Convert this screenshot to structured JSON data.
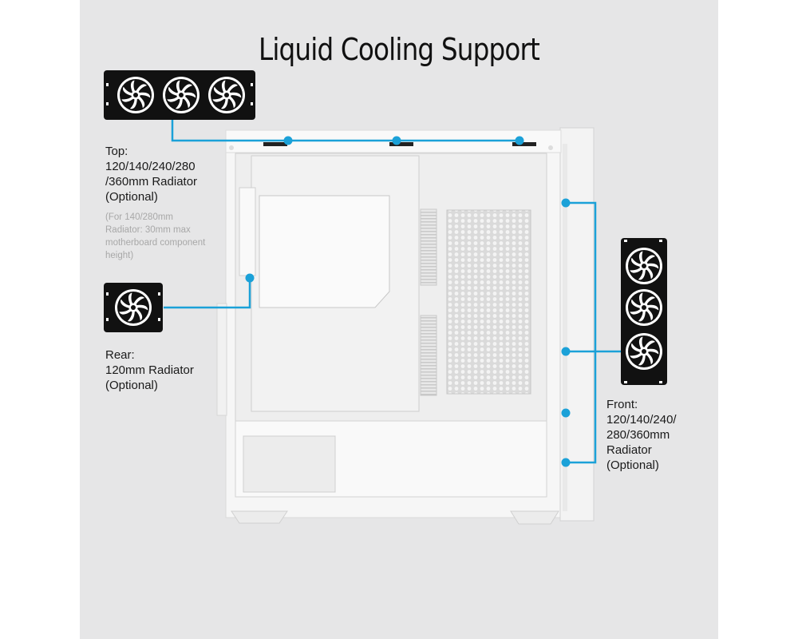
{
  "title": "Liquid Cooling Support",
  "colors": {
    "accent_line": "#1ba1d8",
    "panel_bg": "#e6e6e7",
    "case_white": "#f7f7f7",
    "fan_icon": "#111111"
  },
  "top": {
    "label": "Top:\n120/140/240/280\n/360mm Radiator\n(Optional)",
    "note": "(For 140/280mm\nRadiator: 30mm max\nmotherboard component\nheight)",
    "fan_count": 3
  },
  "rear": {
    "label": "Rear:\n120mm Radiator\n(Optional)",
    "fan_count": 1
  },
  "front": {
    "label": "Front:\n120/140/240/\n280/360mm\nRadiator\n(Optional)",
    "fan_count": 3
  },
  "icons": {
    "radiator": "radiator-fan-icon",
    "case": "pc-case-image"
  }
}
